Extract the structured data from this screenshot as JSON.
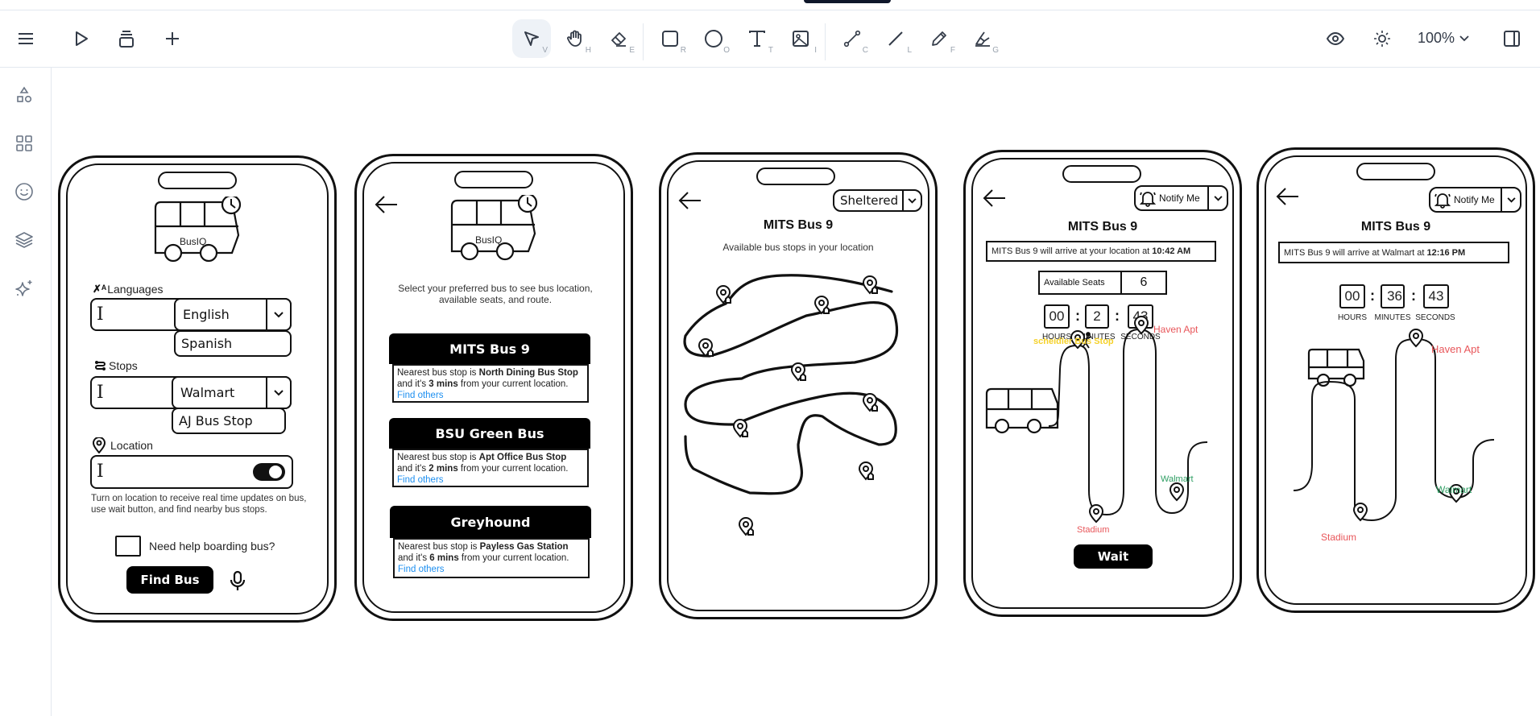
{
  "toolbar": {
    "left_buttons": [
      {
        "name": "menu",
        "icon": "hamburger-icon"
      },
      {
        "name": "present",
        "icon": "play-icon"
      },
      {
        "name": "frames",
        "icon": "frames-icon"
      },
      {
        "name": "add",
        "icon": "plus-icon"
      }
    ],
    "tools": [
      {
        "name": "select",
        "icon": "pointer-icon",
        "key": "V",
        "active": true
      },
      {
        "name": "hand",
        "icon": "hand-icon",
        "key": "H"
      },
      {
        "name": "eraser",
        "icon": "eraser-icon",
        "key": "E"
      },
      {
        "name": "rectangle",
        "icon": "rectangle-icon",
        "key": "R"
      },
      {
        "name": "ellipse",
        "icon": "ellipse-icon",
        "key": "O"
      },
      {
        "name": "text",
        "icon": "text-icon",
        "key": "T"
      },
      {
        "name": "image",
        "icon": "image-icon",
        "key": "I"
      },
      {
        "name": "connector",
        "icon": "connector-icon",
        "key": "C"
      },
      {
        "name": "line",
        "icon": "line-icon",
        "key": "L"
      },
      {
        "name": "pencil",
        "icon": "pencil-icon",
        "key": "F"
      },
      {
        "name": "highlighter",
        "icon": "highlighter-icon",
        "key": "G"
      }
    ],
    "right": {
      "preview_icon": "eye-icon",
      "theme_icon": "sun-icon",
      "zoom_level": "100%",
      "panel_icon": "panel-icon"
    }
  },
  "sidebar": {
    "items": [
      {
        "name": "shapes",
        "icon": "shapes-icon"
      },
      {
        "name": "components",
        "icon": "grid-icon"
      },
      {
        "name": "icons",
        "icon": "smiley-icon"
      },
      {
        "name": "layers",
        "icon": "layers-icon"
      },
      {
        "name": "ai",
        "icon": "sparkle-icon"
      }
    ]
  },
  "screens": {
    "s1": {
      "logo_text": "BusIQ",
      "languages_label": "Languages",
      "language_selected": "English",
      "language_option": "Spanish",
      "stops_label": "Stops",
      "stop_selected": "Walmart",
      "stop_option": "AJ Bus Stop",
      "location_label": "Location",
      "location_hint": "Turn on location to receive real time updates on bus, use wait button, and find nearby bus stops.",
      "help_checkbox_label": "Need help boarding bus?",
      "find_bus_button": "Find Bus"
    },
    "s2": {
      "logo_text": "BusIQ",
      "instruction": "Select your preferred bus to see bus location, available seats, and route.",
      "cards": [
        {
          "title": "MITS Bus 9",
          "prefix": "Nearest bus stop is ",
          "stop": "North Dining Bus Stop",
          "mid": " and it's ",
          "time": "3 mins",
          "suffix": " from your current location. ",
          "link": "Find others"
        },
        {
          "title": "BSU Green Bus",
          "prefix": "Nearest bus stop is ",
          "stop": "Apt Office Bus Stop",
          "mid": " and it's ",
          "time": "2 mins",
          "suffix": " from your current location. ",
          "link": "Find others"
        },
        {
          "title": "Greyhound",
          "prefix": "Nearest bus stop is ",
          "stop": "Payless Gas Station",
          "mid": " and it's ",
          "time": "6 mins",
          "suffix": " from your current location. ",
          "link": "Find others"
        }
      ]
    },
    "s3": {
      "filter_selected": "Sheltered",
      "title": "MITS Bus 9",
      "subtitle": "Available bus stops in your location"
    },
    "s4": {
      "notify_label": "Notify Me",
      "title": "MITS Bus 9",
      "arrival_prefix": "MITS Bus 9 will arrive at your location at ",
      "arrival_time": "10:42 AM",
      "seats_label": "Available Seats",
      "seats_value": "6",
      "hours": "00",
      "minutes": "2",
      "seconds": "43",
      "hours_label": "HOURS",
      "minutes_label": "MINUTES",
      "seconds_label": "SECONDS",
      "stops": [
        {
          "name": "scheidler Bus Stop",
          "color": "#f5d12a"
        },
        {
          "name": "Haven Apt",
          "color": "#e8565a"
        },
        {
          "name": "Walmart",
          "color": "#2e9e63"
        },
        {
          "name": "Stadium",
          "color": "#e8565a"
        }
      ],
      "wait_button": "Wait"
    },
    "s5": {
      "notify_label": "Notify Me",
      "title": "MITS Bus 9",
      "arrival_prefix": "MITS Bus 9 will arrive at Walmart at ",
      "arrival_time": "12:16 PM",
      "hours": "00",
      "minutes": "36",
      "seconds": "43",
      "hours_label": "HOURS",
      "minutes_label": "MINUTES",
      "seconds_label": "SECONDS",
      "stops": [
        {
          "name": "Haven Apt",
          "color": "#e8565a"
        },
        {
          "name": "Walmart",
          "color": "#2e9e63"
        },
        {
          "name": "Stadium",
          "color": "#e8565a"
        }
      ]
    }
  }
}
